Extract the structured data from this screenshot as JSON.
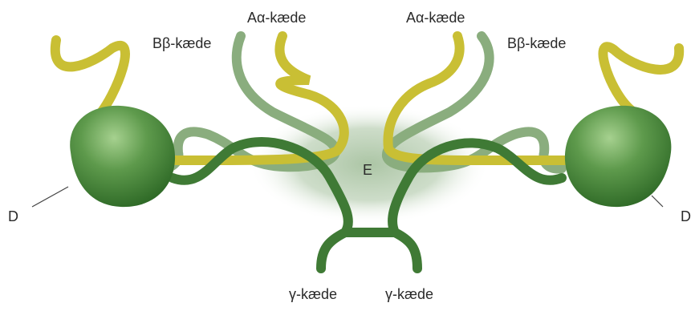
{
  "labels": {
    "a_alpha_left": "Aα-kæde",
    "a_alpha_right": "Aα-kæde",
    "b_beta_left": "Bβ-kæde",
    "b_beta_right": "Bβ-kæde",
    "gamma_left": "γ-kæde",
    "gamma_right": "γ-kæde",
    "domain_e": "E",
    "domain_d_left": "D",
    "domain_d_right": "D"
  },
  "colors": {
    "a_alpha_chain": "#c9bf34",
    "b_beta_chain": "#8aad7e",
    "gamma_chain": "#3f7a35",
    "d_domain_light": "#9ccc84",
    "d_domain_dark": "#2f6a27",
    "e_domain_glow": "#a7c2a0",
    "text": "#2a2a2a"
  }
}
